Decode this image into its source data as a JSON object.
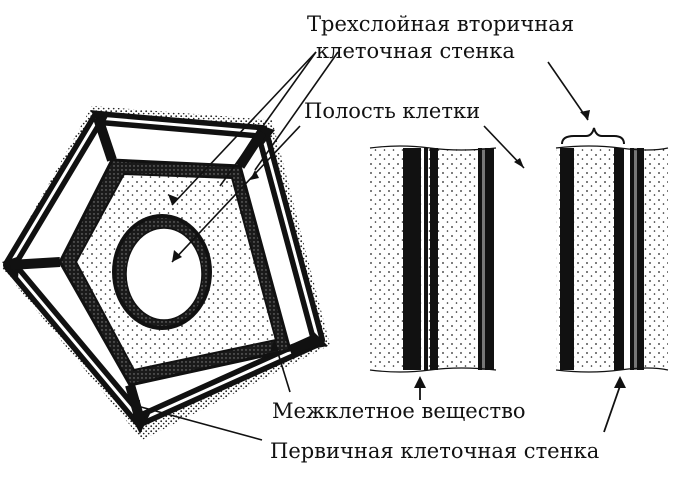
{
  "labels": {
    "secondary_wall_line1": "Трехслойная вторичная",
    "secondary_wall_line2": "клеточная стенка",
    "cell_cavity": "Полость клетки",
    "middle_lamella": "Межклетное вещество",
    "primary_wall": "Первичная клеточная стенка"
  },
  "colors": {
    "ink": "#111111",
    "paper": "#ffffff"
  }
}
